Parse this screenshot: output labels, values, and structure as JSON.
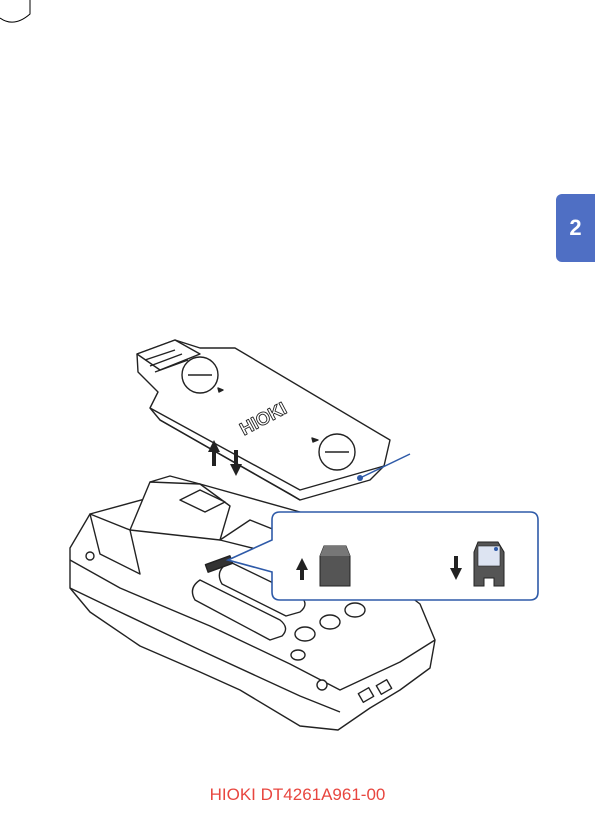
{
  "chapter": {
    "number": "2"
  },
  "figure": {
    "lid_brand": "HIOKI",
    "colors": {
      "callout": "#2e5aa8",
      "body_outline": "#222222",
      "module_fill": "#555555"
    }
  },
  "footer": {
    "doc_code": "HIOKI DT4261A961-00"
  },
  "theme": {
    "tab_color": "#4f6fc4",
    "footer_color": "#e8463f"
  }
}
